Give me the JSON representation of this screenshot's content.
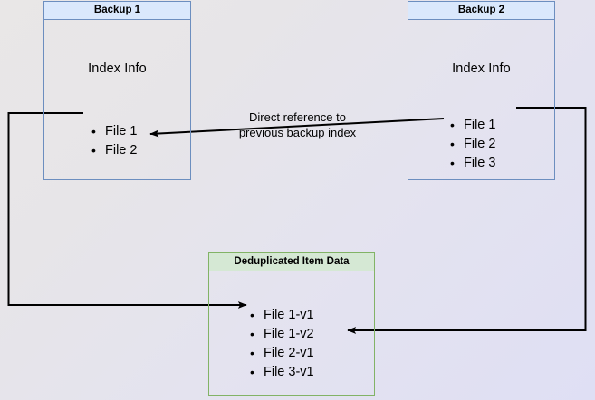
{
  "diagram": {
    "title_hidden": "",
    "colors": {
      "blue_border": "#6c8ebf",
      "blue_header_fill": "#dae8fc",
      "green_border": "#82b366",
      "green_header_fill": "#d5e8d4",
      "connector": "#000000",
      "background_start": "#e9e7e7",
      "background_end": "#dfdff4"
    },
    "nodes": {
      "backup1": {
        "header": "Backup 1",
        "section_title": "Index Info",
        "files": [
          "File 1",
          "File 2"
        ]
      },
      "backup2": {
        "header": "Backup 2",
        "section_title": "Index Info",
        "files": [
          "File 1",
          "File 2",
          "File 3"
        ]
      },
      "dedup": {
        "header": "Deduplicated Item Data",
        "files": [
          "File 1-v1",
          "File 1-v2",
          "File 2-v1",
          "File 3-v1"
        ]
      }
    },
    "edges": {
      "reference_label_line1": "Direct reference to",
      "reference_label_line2": "previous backup index"
    }
  }
}
